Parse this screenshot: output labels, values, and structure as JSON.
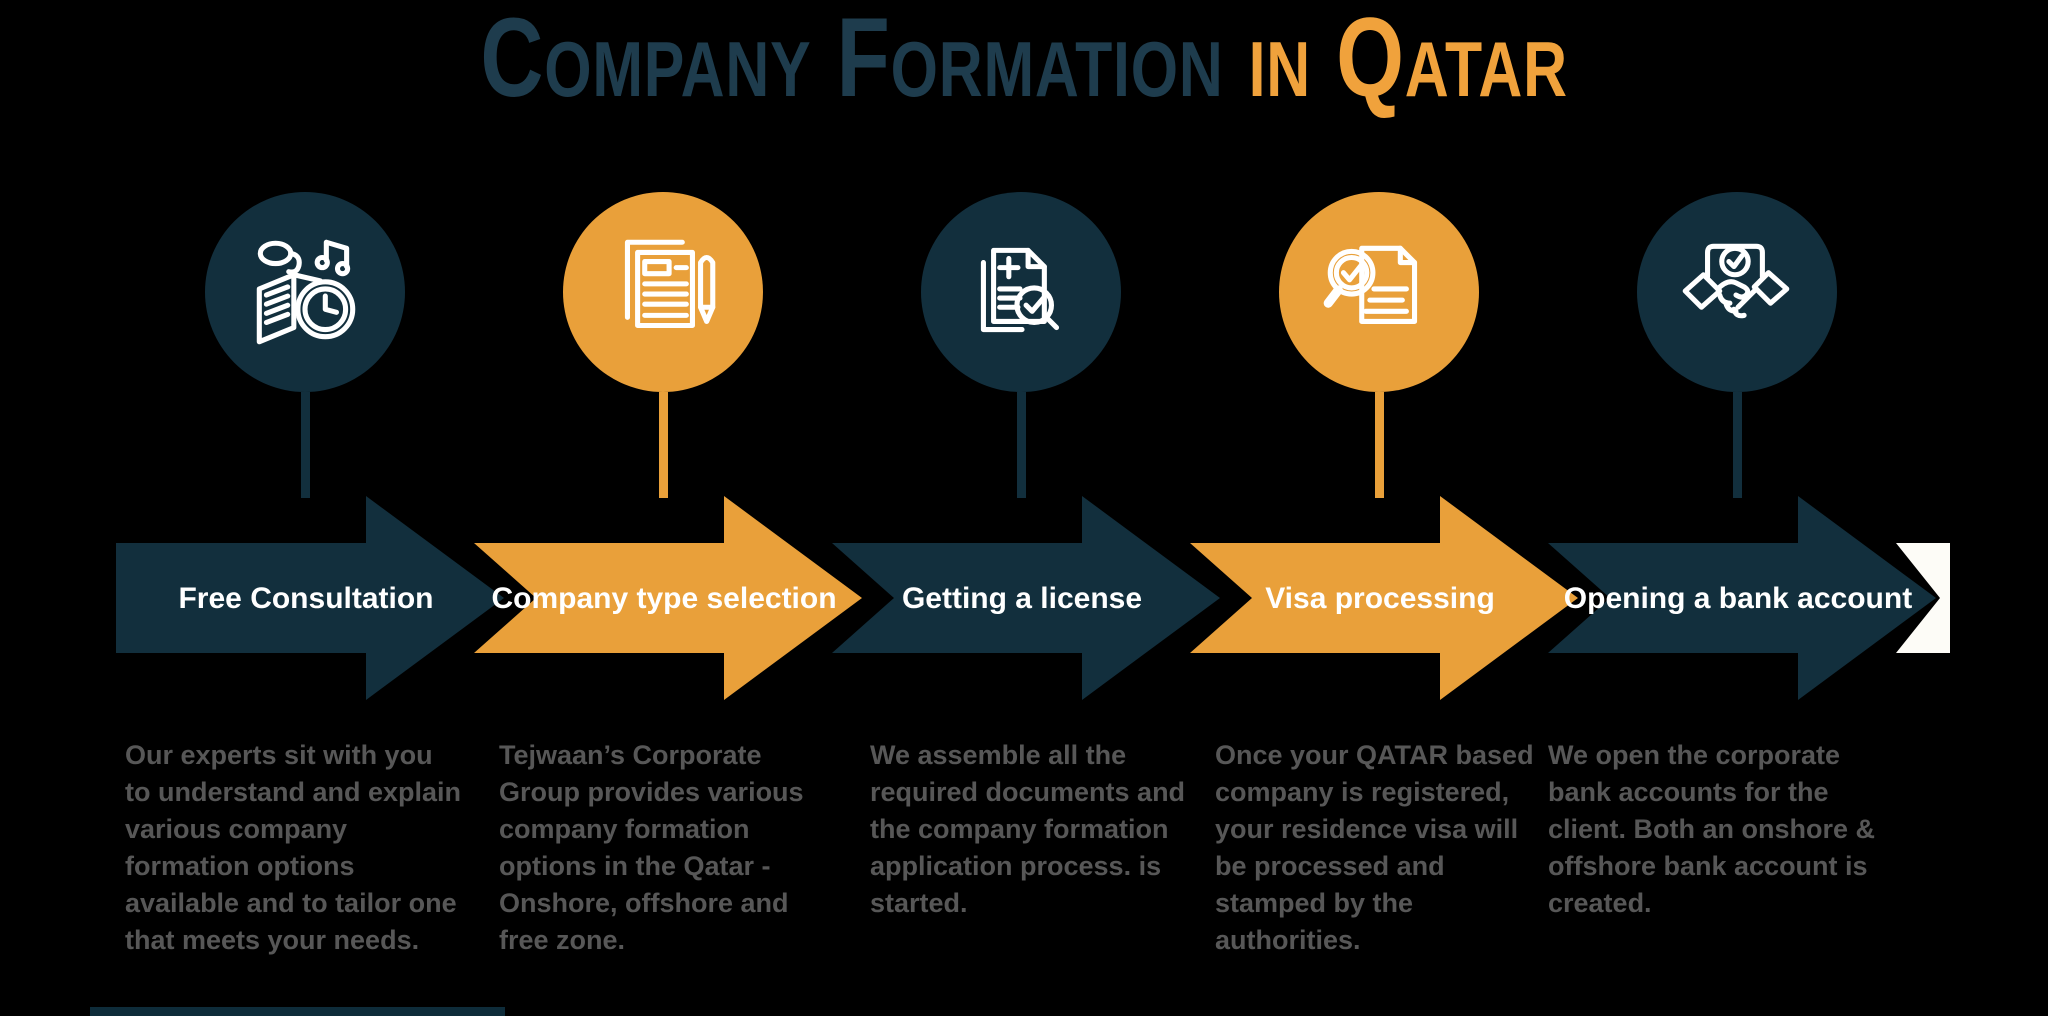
{
  "title": {
    "main": "Company Formation ",
    "highlight": "in Qatar"
  },
  "colors": {
    "dark": "#122f3d",
    "orange": "#e9a03a",
    "title_dark": "#1e3c4d",
    "title_orange": "#f0a23c",
    "description_gray": "#575757",
    "label_white": "#ffffff",
    "stub_white": "#fdfcf7"
  },
  "steps": [
    {
      "label": "Free Consultation",
      "icon": "consultation-book-clock-icon",
      "color": "dark",
      "description": "Our experts sit with you to understand and explain various company formation options available and to tailor one that meets your needs."
    },
    {
      "label": "Company type selection",
      "icon": "document-pencil-icon",
      "color": "orange",
      "description": "Tejwaan’s Corporate Group  provides various company formation options in the Qatar - Onshore, offshore and free zone."
    },
    {
      "label": "Getting a license",
      "icon": "license-document-check-icon",
      "color": "dark",
      "description": "We assemble all the required documents and the company formation application process. is started."
    },
    {
      "label": "Visa processing",
      "icon": "visa-magnifier-check-icon",
      "color": "orange",
      "description": "Once your QATAR based company is registered, your residence visa will be processed and stamped by the authorities."
    },
    {
      "label": "Opening a bank account",
      "icon": "handshake-agreement-icon",
      "color": "dark",
      "description": "We open the corporate bank accounts for the client. Both an onshore & offshore bank account is created."
    }
  ]
}
